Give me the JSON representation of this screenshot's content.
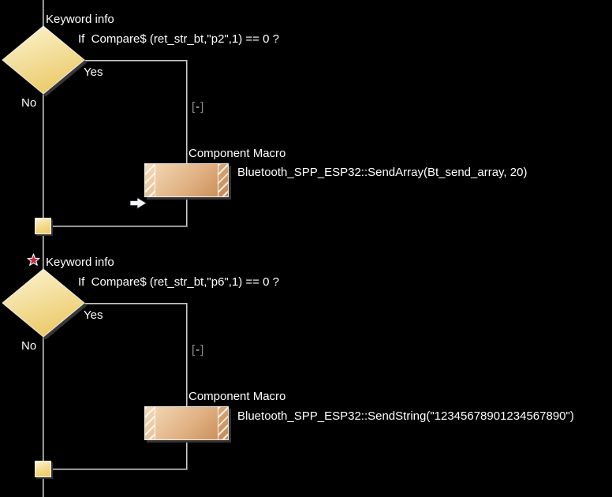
{
  "app": {
    "background": "#000000",
    "description": "Flowchart canvas with two decision branches calling Bluetooth component macros"
  },
  "palette": {
    "line": "#9a9a9a",
    "diamond_light": "#FBF3CE",
    "diamond_dark": "#EBC968",
    "block_light": "#F5DCB9",
    "block_dark": "#C6884F",
    "square_light": "#FCF5D2",
    "square_dark": "#ECC65F",
    "text": "#ffffff",
    "star": "#C8293F",
    "arrow": "#f4f8fb"
  },
  "icons": {
    "collapse": {
      "left": "[",
      "minus": "-",
      "right": "]"
    }
  },
  "sections": [
    {
      "keyword_label": "Keyword info",
      "condition": "If  Compare$ (ret_str_bt,\"p2\",1) == 0 ?",
      "yes_label": "Yes",
      "no_label": "No",
      "macro_title": "Component Macro",
      "macro_call": "Bluetooth_SPP_ESP32::SendArray(Bt_send_array, 20)",
      "has_breakpoint_star": false,
      "has_execution_arrow": true
    },
    {
      "keyword_label": "Keyword info",
      "condition": "If  Compare$ (ret_str_bt,\"p6\",1) == 0 ?",
      "yes_label": "Yes",
      "no_label": "No",
      "macro_title": "Component Macro",
      "macro_call": "Bluetooth_SPP_ESP32::SendString(\"12345678901234567890\")",
      "has_breakpoint_star": true,
      "has_execution_arrow": false
    }
  ]
}
